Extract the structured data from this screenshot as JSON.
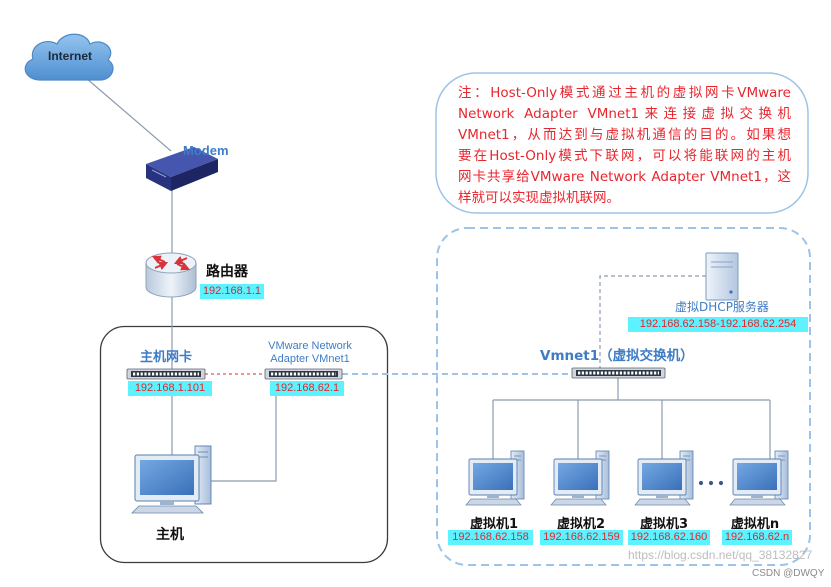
{
  "internet": {
    "label": "Internet"
  },
  "modem": {
    "label": "Modem"
  },
  "router": {
    "label": "路由器",
    "ip": "192.168.1.1"
  },
  "host": {
    "nic": {
      "label": "主机网卡",
      "ip": "192.168.1.101"
    },
    "adapter": {
      "label_lines": [
        "VMware Network",
        "Adapter VMnet1"
      ],
      "ip": "192.168.62.1"
    },
    "label": "主机"
  },
  "note": {
    "lines": [
      "注：Host-Only模式通过主机的虚拟网卡VMware",
      "Network Adapter VMnet1来连接虚拟交换机",
      "VMnet1，从而达到与虚拟机通信的目的。如果想",
      "要在Host-Only模式下联网，可以将能联网的主机",
      "网卡共享给VMware Network Adapter VMnet1，这",
      "样就可以实现虚拟机联网。"
    ]
  },
  "virtual_network": {
    "dhcp": {
      "label": "虚拟DHCP服务器",
      "ip_range": "192.168.62.158-192.168.62.254"
    },
    "switch": {
      "label": "Vmnet1（虚拟交换机）"
    },
    "vms": [
      {
        "label": "虚拟机1",
        "ip": "192.168.62.158"
      },
      {
        "label": "虚拟机2",
        "ip": "192.168.62.159"
      },
      {
        "label": "虚拟机3",
        "ip": "192.168.62.160"
      },
      {
        "label": "虚拟机n",
        "ip": "192.168.62.n"
      }
    ]
  },
  "watermark": {
    "url": "https://blog.csdn.net/qq_38132827",
    "credit": "CSDN @DWQY"
  },
  "icons": {
    "internet": "cloud-icon",
    "modem": "modem-icon",
    "router": "router-icon",
    "switch": "network-switch-icon",
    "host": "desktop-computer-icon",
    "dhcp": "server-icon",
    "vm": "desktop-computer-icon"
  },
  "colors": {
    "label_blue": "#3f7cc6",
    "ip_text": "#e4262c",
    "ip_background": "#5cf2ff",
    "note_text": "#e8262e",
    "frame_blue": "#9dc3e6",
    "host_frame": "#3c3c3c",
    "link_gray": "#8c9cb0",
    "nic_link_red": "#e05a5a"
  }
}
